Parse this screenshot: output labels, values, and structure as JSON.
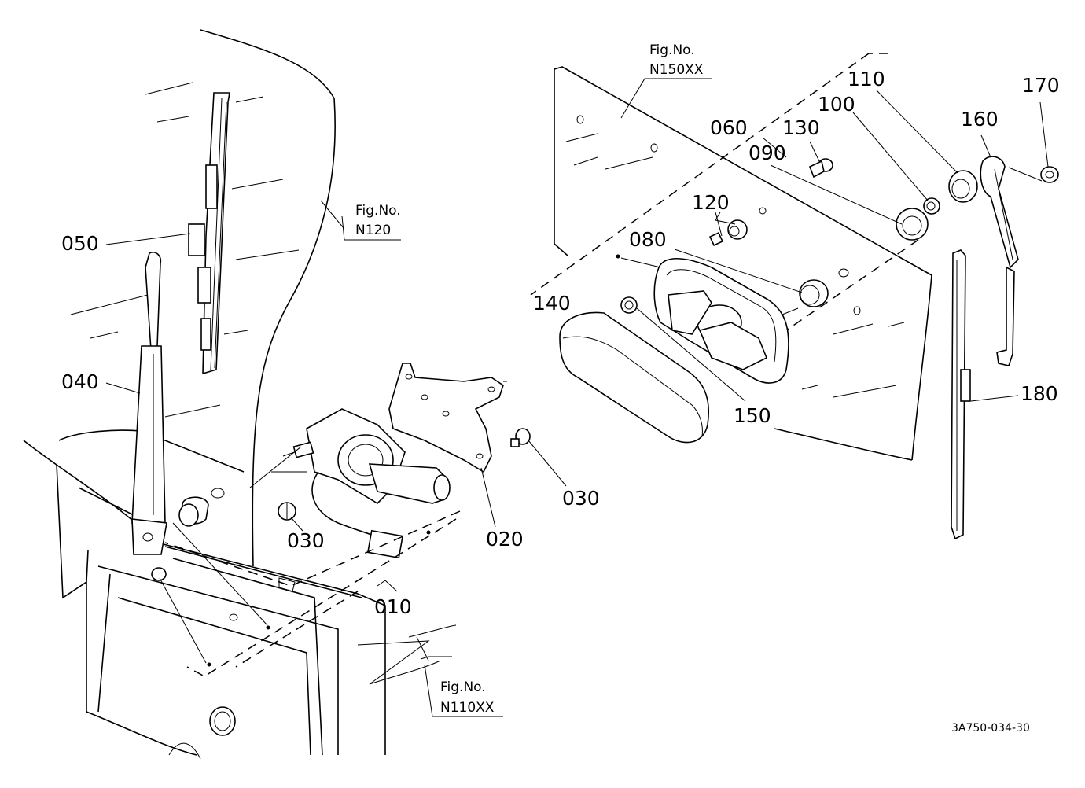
{
  "fig_refs": {
    "n120": {
      "line1": "Fig.No.",
      "line2": "N120"
    },
    "n150xx": {
      "line1": "Fig.No.",
      "line2": "N150XX"
    },
    "n110xx": {
      "line1": "Fig.No.",
      "line2": "N110XX"
    }
  },
  "callouts": {
    "p010": "010",
    "p020": "020",
    "p030a": "030",
    "p030b": "030",
    "p040": "040",
    "p050": "050",
    "p060": "060",
    "p080": "080",
    "p090": "090",
    "p100": "100",
    "p110": "110",
    "p120": "120",
    "p130": "130",
    "p140": "140",
    "p150": "150",
    "p160": "160",
    "p170": "170",
    "p180": "180"
  },
  "drawing_code": "3A750-034-30"
}
